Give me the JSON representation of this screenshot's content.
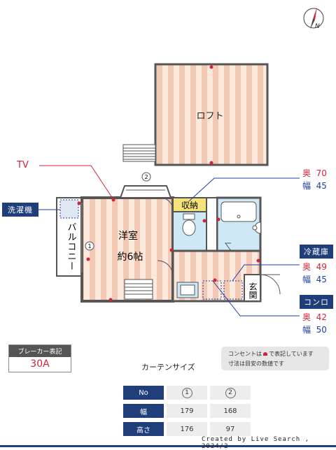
{
  "rooms": {
    "loft": "ロフト",
    "western": "洋室",
    "western_size": "約6帖",
    "storage": "収納",
    "balcony": "バルコニー",
    "entrance": "玄関"
  },
  "markers": {
    "curtain1": "1",
    "curtain2": "2"
  },
  "labels": {
    "tv": "TV",
    "washer": "洗濯機",
    "fridge": "冷蔵庫",
    "stove": "コンロ"
  },
  "dims": {
    "top": {
      "depth_label": "奥",
      "depth": "70",
      "width_label": "幅",
      "width": "45"
    },
    "fridge": {
      "depth_label": "奥",
      "depth": "49",
      "width_label": "幅",
      "width": "45"
    },
    "stove": {
      "depth_label": "奥",
      "depth": "42",
      "width_label": "幅",
      "width": "50"
    }
  },
  "breaker": {
    "title": "ブレーカー表記",
    "value": "30A"
  },
  "note": {
    "line1_a": "コンセントは",
    "line1_b": "で表記しています",
    "line2": "寸法は目安の数値です"
  },
  "curtain": {
    "title": "カーテンサイズ",
    "header": [
      "No",
      "1",
      "2"
    ],
    "rows": [
      {
        "label": "幅",
        "values": [
          "179",
          "168"
        ]
      },
      {
        "label": "高さ",
        "values": [
          "176",
          "97"
        ]
      }
    ]
  },
  "footer": "Created by Live Search , 2024/2",
  "colors": {
    "navy": "#1f3e7a",
    "red": "#d0243a",
    "stripe": "#f3c9b4"
  }
}
